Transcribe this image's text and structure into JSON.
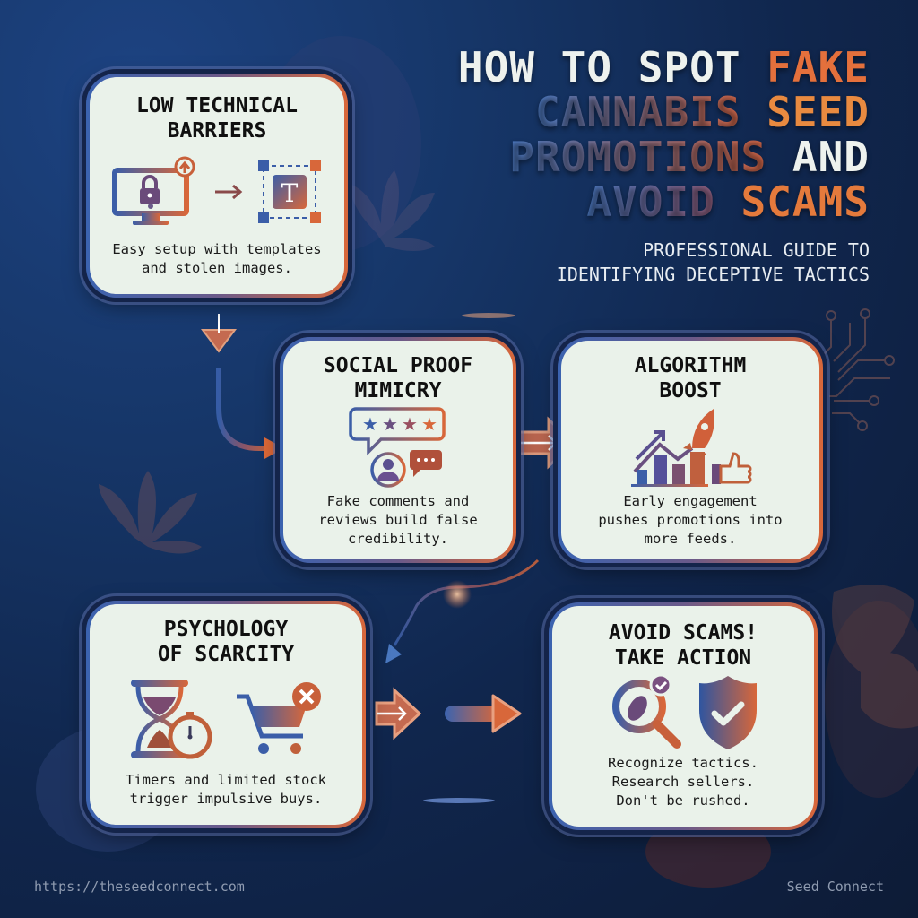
{
  "header": {
    "title_lines": [
      {
        "segments": [
          {
            "text": "HOW TO SPOT ",
            "color": "#eef2ee"
          },
          {
            "text": "FAKE",
            "color": "#e4703c"
          }
        ]
      },
      {
        "segments": [
          {
            "text": "CANNABIS ",
            "color": "#4a78c0"
          },
          {
            "text": "SEED",
            "color": "#e88a40"
          }
        ]
      },
      {
        "segments": [
          {
            "text": "PROMOTIONS ",
            "color": "#8a5c80"
          },
          {
            "text": "AND",
            "color": "#eef2ee"
          }
        ]
      },
      {
        "segments": [
          {
            "text": "AVOID ",
            "color": "#5a72b8"
          },
          {
            "text": "SCAMS",
            "color": "#e47a3c"
          }
        ]
      }
    ],
    "subtitle_line1": "PROFESSIONAL GUIDE TO",
    "subtitle_line2": "IDENTIFYING DECEPTIVE TACTICS"
  },
  "cards": [
    {
      "id": "low-technical-barriers",
      "title": "LOW TECHNICAL\nBARRIERS",
      "icons": [
        "monitor-lock-icon",
        "upload-icon",
        "arrow-right-icon",
        "text-template-icon"
      ],
      "description": "Easy setup with templates\nand stolen images."
    },
    {
      "id": "social-proof-mimicry",
      "title": "SOCIAL PROOF\nMIMICRY",
      "icons": [
        "star-rating-bubble-icon",
        "user-avatar-icon",
        "comment-bubble-icon"
      ],
      "description": "Fake comments and\nreviews build false\ncredibility."
    },
    {
      "id": "algorithm-boost",
      "title": "ALGORITHM\nBOOST",
      "icons": [
        "trend-arrow-icon",
        "rocket-icon",
        "bar-chart-icon",
        "thumbs-up-icon"
      ],
      "description": "Early engagement\npushes promotions into\nmore feeds."
    },
    {
      "id": "psychology-of-scarcity",
      "title": "PSYCHOLOGY\nOF SCARCITY",
      "icons": [
        "hourglass-icon",
        "stopwatch-icon",
        "shopping-cart-icon",
        "close-circle-icon"
      ],
      "description": "Timers and limited stock\ntrigger impulsive buys."
    },
    {
      "id": "avoid-scams-take-action",
      "title": "AVOID SCAMS!\nTAKE ACTION",
      "icons": [
        "magnifier-seed-icon",
        "check-badge-icon",
        "shield-check-icon"
      ],
      "description": "Recognize tactics.\nResearch sellers.\nDon't be rushed."
    }
  ],
  "colors": {
    "blue_accent": "#3b63b0",
    "orange_accent": "#d8673a",
    "card_bg": "#eaf2ea",
    "background": "#10264d"
  },
  "footer": {
    "url": "https://theseedconnect.com",
    "brand": "Seed Connect"
  }
}
